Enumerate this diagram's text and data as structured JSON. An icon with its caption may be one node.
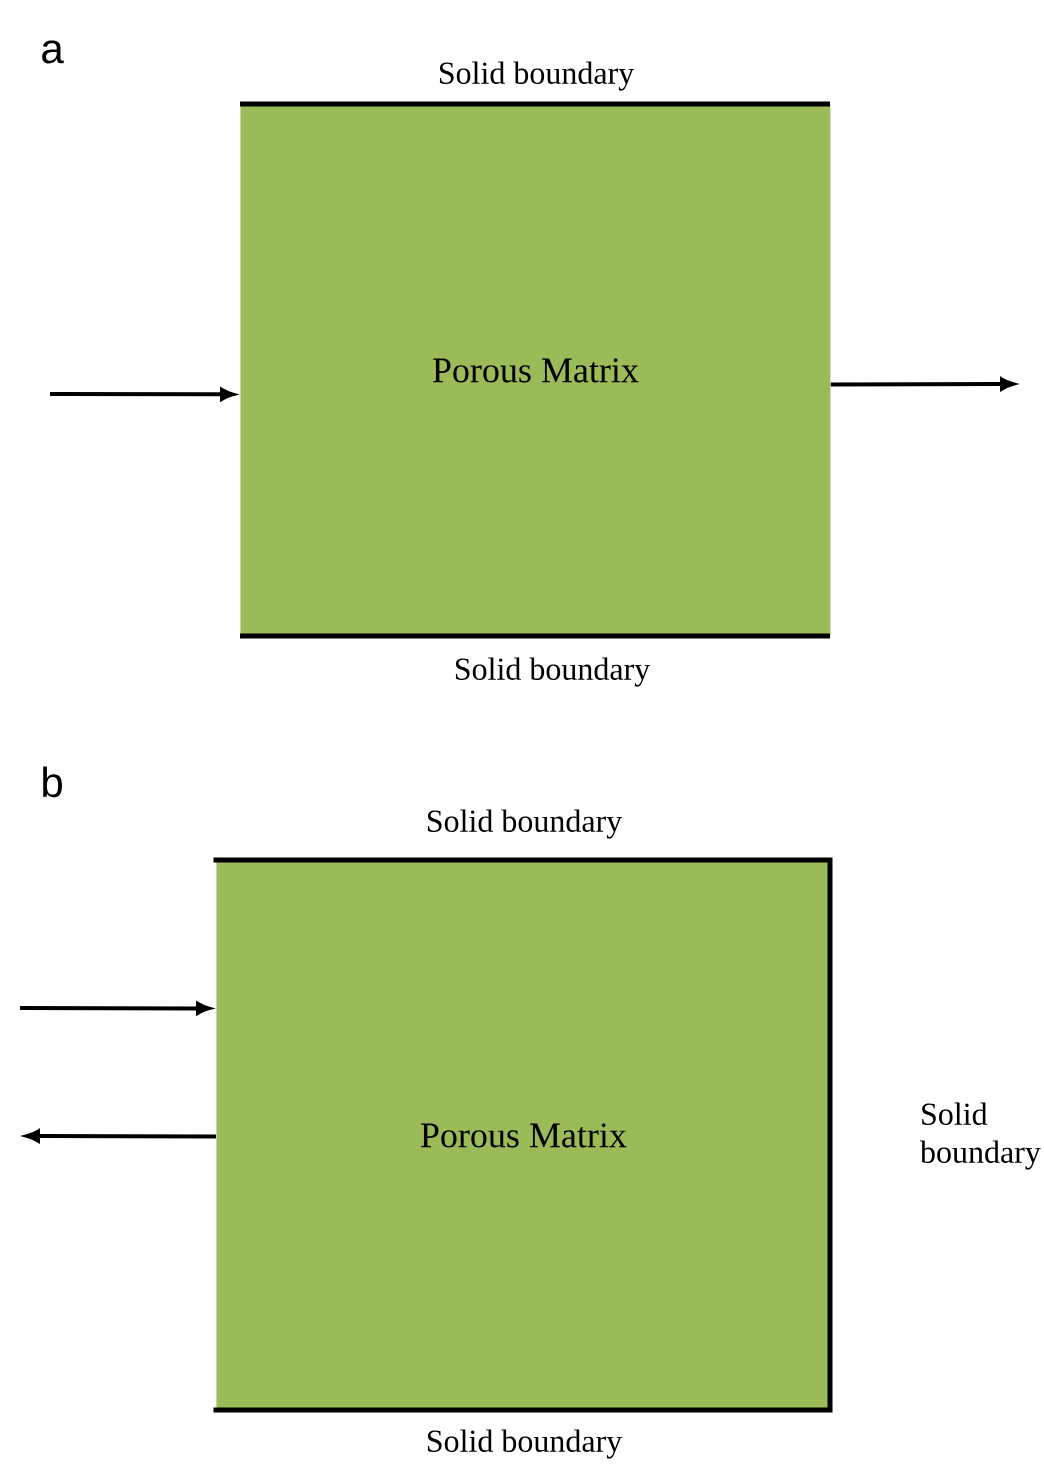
{
  "diagram": {
    "nodes": [
      {
        "text": [
          "Porous Matrix"
        ]
      },
      {
        "text": [
          "Porous Matrix"
        ]
      }
    ],
    "edges": [
      {
        "from": null,
        "to": 0,
        "arrow": "to"
      },
      {
        "from": 0,
        "to": null,
        "arrow": "to"
      },
      {
        "from": null,
        "to": 1,
        "arrow": "to"
      },
      {
        "from": 1,
        "to": null,
        "arrow": "to"
      }
    ],
    "labels": [
      "a",
      "Solid boundary",
      "Solid boundary",
      "b",
      "Solid boundary",
      "Solid boundary",
      "Solid boundary"
    ]
  }
}
